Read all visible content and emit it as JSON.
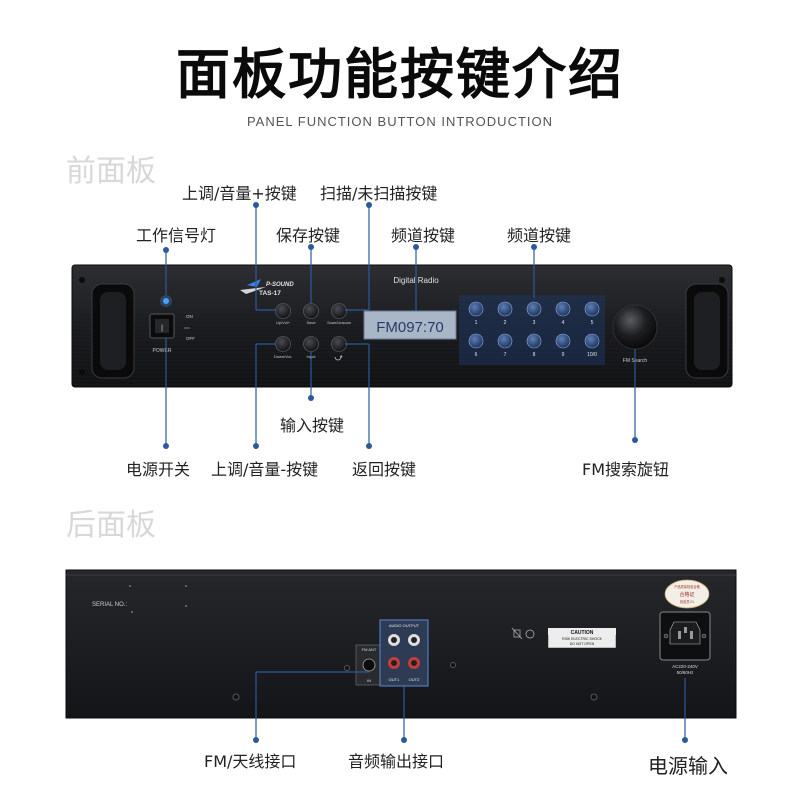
{
  "header": {
    "title": "面板功能按键介绍",
    "subtitle": "PANEL FUNCTION BUTTON INTRODUCTION"
  },
  "front": {
    "section_label": "前面板",
    "device": {
      "brand": "P-SOUND",
      "model": "TAS-17",
      "display_caption": "Digital Radio",
      "lcd_text": "FM097:70",
      "power_label": "POWER",
      "switch_on": "ON",
      "switch_off": "OFF",
      "fm_search": "FM Search",
      "btn_up": "Up/Vol+",
      "btn_save": "Save",
      "btn_scan": "Scan/Unscan",
      "btn_down": "Down/Vol-",
      "btn_input": "Input",
      "channels": [
        "1",
        "2",
        "3",
        "4",
        "5",
        "6",
        "7",
        "8",
        "9",
        "10/0"
      ]
    },
    "callouts": {
      "work_light": "工作信号灯",
      "up_vol": "上调/音量+按键",
      "save": "保存按键",
      "scan": "扫描/未扫描按键",
      "channel_a": "频道按键",
      "channel_b": "频道按键",
      "input": "输入按键",
      "power_switch": "电源开关",
      "down_vol": "上调/音量-按键",
      "back": "返回按键",
      "fm_knob": "FM搜索旋钮"
    }
  },
  "rear": {
    "section_label": "后面板",
    "device": {
      "serial": "SERIAL NO.:",
      "fm_ant": "FM ANT",
      "fm_in": "IN",
      "audio_output": "AUDIO OUTPUT",
      "out1": "OUT1",
      "out2": "OUT2",
      "caution_title": "CAUTION",
      "caution_line1": "RISK ELECTRIC SHOCK",
      "caution_line2": "DO NOT OPEN",
      "ac_line1": "AC220-240V",
      "ac_line2": "50/60Hz",
      "seal_top": "产品质量检验合格",
      "seal_mid": "合格证",
      "seal_bottom": "检验员:01"
    },
    "callouts": {
      "fm_antenna": "FM/天线接口",
      "audio_out": "音频输出接口",
      "power_in": "电源输入"
    }
  },
  "colors": {
    "panel": "#1e1f22",
    "accent_blue": "#2a5a9a",
    "lcd_bg": "#a9b6c8",
    "callout_line": "#2a5a9a"
  }
}
